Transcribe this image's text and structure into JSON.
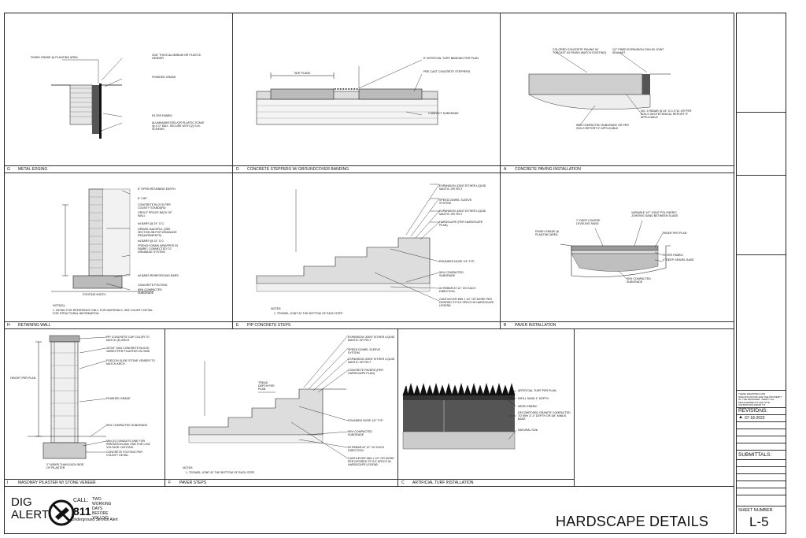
{
  "sheet": {
    "title": "HARDSCAPE DETAILS",
    "number_label": "SHEET NUMBER",
    "number": "L-5",
    "revisions_label": "REVISIONS:",
    "revision_date": "07-18-2023",
    "submittals_label": "SUBMITTALS:",
    "stamp_note": "THESE DRAWINGS AND SPECIFICATIONS ARE THE PROPERTY OF THE DESIGNER. VERIFY ALL MEASUREMENTS AND SITE CONDITIONS PRIOR TO CONSTRUCTION."
  },
  "dig_alert": {
    "line1": "DIG",
    "line2": "ALERT",
    "call": "CALL:",
    "number": "811",
    "text": "TWO WORKING DAYS BEFORE YOU DIG",
    "footer": "Underground Service Alert"
  },
  "details": [
    {
      "id": "G",
      "title": "METAL EDGING",
      "labels": [
        "FINISH GRADE @ PLANTING AREA",
        "3/16\" THICK ALUMINUM OR PLASTIC HEADER",
        "FINISHED GRADE",
        "FILTER FABRIC",
        "ALUMINUM/STEEL/OR PLASTIC STAKE @ 4'-0\" MAX. SECURE WITH (2) S.M. SCREWS"
      ]
    },
    {
      "id": "D",
      "title": "CONCRETE STEPPERS W/ GROUNDCOVER BANDING",
      "labels": [
        "6\" ARTIFICIAL TURF BANDING PER PLAN",
        "SEE PLANS",
        "PRE CAST CONCRETE STEPPERS",
        "COMPACT SUBGRADE"
      ]
    },
    {
      "id": "A",
      "title": "CONCRETE PAVING INSTALLATION",
      "labels": [
        "COLORED CONCRETE PAVING W/ TOPCAST #3 FINISH (MATCH EXISTING)",
        "1/2\" FIBER EXPANSION JOIN W/ JOINT SEALANT",
        "95% COMPACTED SUBGRADE OR PER SOILS REPORT IF APPLICABLE",
        "NO. 3 REBAR @ 24\" O.C.E.W. OR PER SOILS GEOTECHNICAL REPORT IF APPLICABLE"
      ]
    },
    {
      "id": "H",
      "title": "RETAINING WALL",
      "labels": [
        "8\" OPEN RETAINING EARTH",
        "6\" CAP",
        "CONCRETE BLOCK PER COUNTY STANDARD",
        "GROUT PROOF BACK OF WALL",
        "#4 BARS @ 24\" O.C.",
        "GRAVEL BACKFILL (SEE SECTION 5B FOR DRAINAGE REQUIREMENTS)",
        "#4 BARS @ 24\" O.C.",
        "FRENCH DRAIN WRAPPED IN FABRIC CONNECTED TO DRAINAGE SYSTEM",
        "#4 BARS REINFORCING BARS",
        "CONCRETE FOOTING",
        "95% COMPACTED SUBGRADE",
        "FOOTING WIDTH",
        "NOTE(S):",
        "1.  DETAIL FOR REFERENCE ONLY. FOR MATERIALS, SEE COUNTY DETAIL FOR STRUCTURAL INFORMATION"
      ]
    },
    {
      "id": "E",
      "title": "PIP CONCRETE STEPS",
      "labels": [
        "EXPANSION JOINT EITHER LIQUID MASTIC OR FELT",
        "SPEED DOWEL SLEEVE SYSTEM",
        "EXPANSION JOINT EITHER LIQUID MASTIC OR FELT",
        "HARDSCAPE (PER HARDSCAPE PLAN)",
        "ROUNDED NOSE 1/4\" TYP.",
        "95% COMPACTED SUBGRADE",
        "#3 REBAR AT 12\" OC EACH DIRECTION",
        "CANTILEVER MIN 1 1/2\" OR MORE PER DESIRED STYLE SPECS IN HARDSCAPE LEGEND",
        "NOTES:",
        "1.  TROWEL JOINT AT THE BOTTOM OF EACH STEP"
      ]
    },
    {
      "id": "B",
      "title": "PAVER INSTALLATION",
      "labels": [
        "VARIABLE 1/2\" JOINT POLYMERIC JOINTING SAND BETWEEN SLABS",
        "1\" DEEP COURSE LEVELING SAND",
        "FINISH GRADE @ PLANTING AREA",
        "PAVER PER PLAN",
        "FILTER FABRIC",
        "4\" DEEP GRAVEL BASE",
        "95% COMPACTED SUBGRADE"
      ]
    },
    {
      "id": "I",
      "title": "MASONRY PILASTER W/ STONE VENEER",
      "labels": [
        "PIP CONCRETE CAP COLOR TO MATCH (E) ARCH",
        "16\"X8\" CMU CONCRETE BLOCK VARIES PER PILASTER ON SIDE",
        "FORCON SLIDE STONE VENEER TO MATCH ARCH",
        "FINISHED GRADE",
        "95% COMPACTED SUBGRADE",
        "MIN (2) CONDUITS ONE FOR IRRIGATION AND ONE FOR LOW VOLTAGE LIGHTING",
        "CONCRETE FOOTING PER COUNTY DETAIL",
        "HEIGHT PER PLAN",
        "2\" WIDER THAN EACH SIDE OF PILASTER"
      ]
    },
    {
      "id": "F",
      "title": "PAVER STEPS",
      "labels": [
        "EXPANSION JOINT EITHER LIQUID MASTIC OR FELT",
        "SPEED DOWEL SLEEVE SYSTEM",
        "EXPANSION JOINT EITHER LIQUID MASTIC OR FELT",
        "CONCRETE PAVERS (PER HARDSCAPE PLAN)",
        "TREAD DEPTH PER PLAN",
        "ROUNDED NOSE 1/4\" TYP.",
        "95% COMPACTED SUBGRADE",
        "#3 REBAR AT 12\" OC EACH DIRECTION",
        "CANTILEVER MIN 1 1/2\" OR MORE PER DESIRED STYLE SPECS IN HARDSCAPE LEGEND",
        "NOTES:",
        "1.  TROWEL JOINT AT THE BOTTOM OF EACH STEP"
      ]
    },
    {
      "id": "C",
      "title": "ARTIFICIAL TURF INSTALLATION",
      "labels": [
        "ARTIFICIAL TURF PER PLAN",
        "INFILL SAND 1\" DEPTH",
        "WEED FABRIC",
        "DECOMPOSED GRANITE COMPACTED TO 95% 3\"-4\" DEPTH OR 3/8\" MINUS BASE",
        "NATURAL SOIL"
      ]
    }
  ]
}
